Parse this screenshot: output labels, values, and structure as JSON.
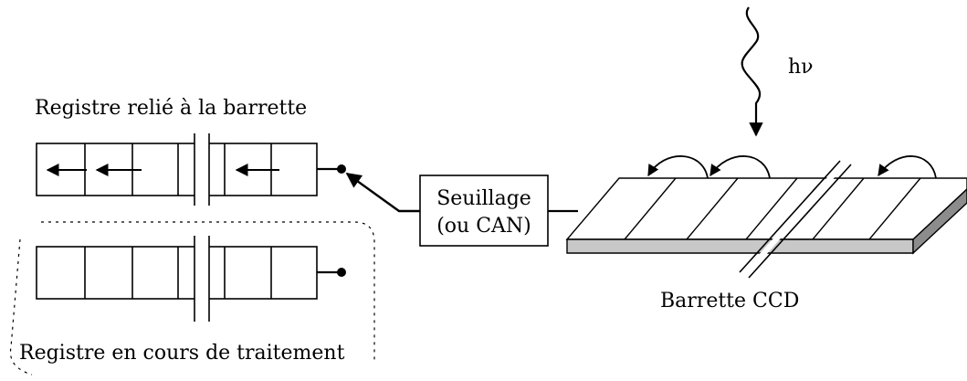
{
  "labels": {
    "top_register": "Registre relié à la barrette",
    "bottom_register": "Registre en cours de traitement",
    "threshold_line1": "Seuillage",
    "threshold_line2": "(ou CAN)",
    "ccd": "Barrette CCD",
    "photon": "hν"
  },
  "colors": {
    "stroke": "#000000",
    "ccd_top": "#ffffff",
    "ccd_side": "#c8c8c8",
    "ccd_end": "#8c8c8c"
  }
}
